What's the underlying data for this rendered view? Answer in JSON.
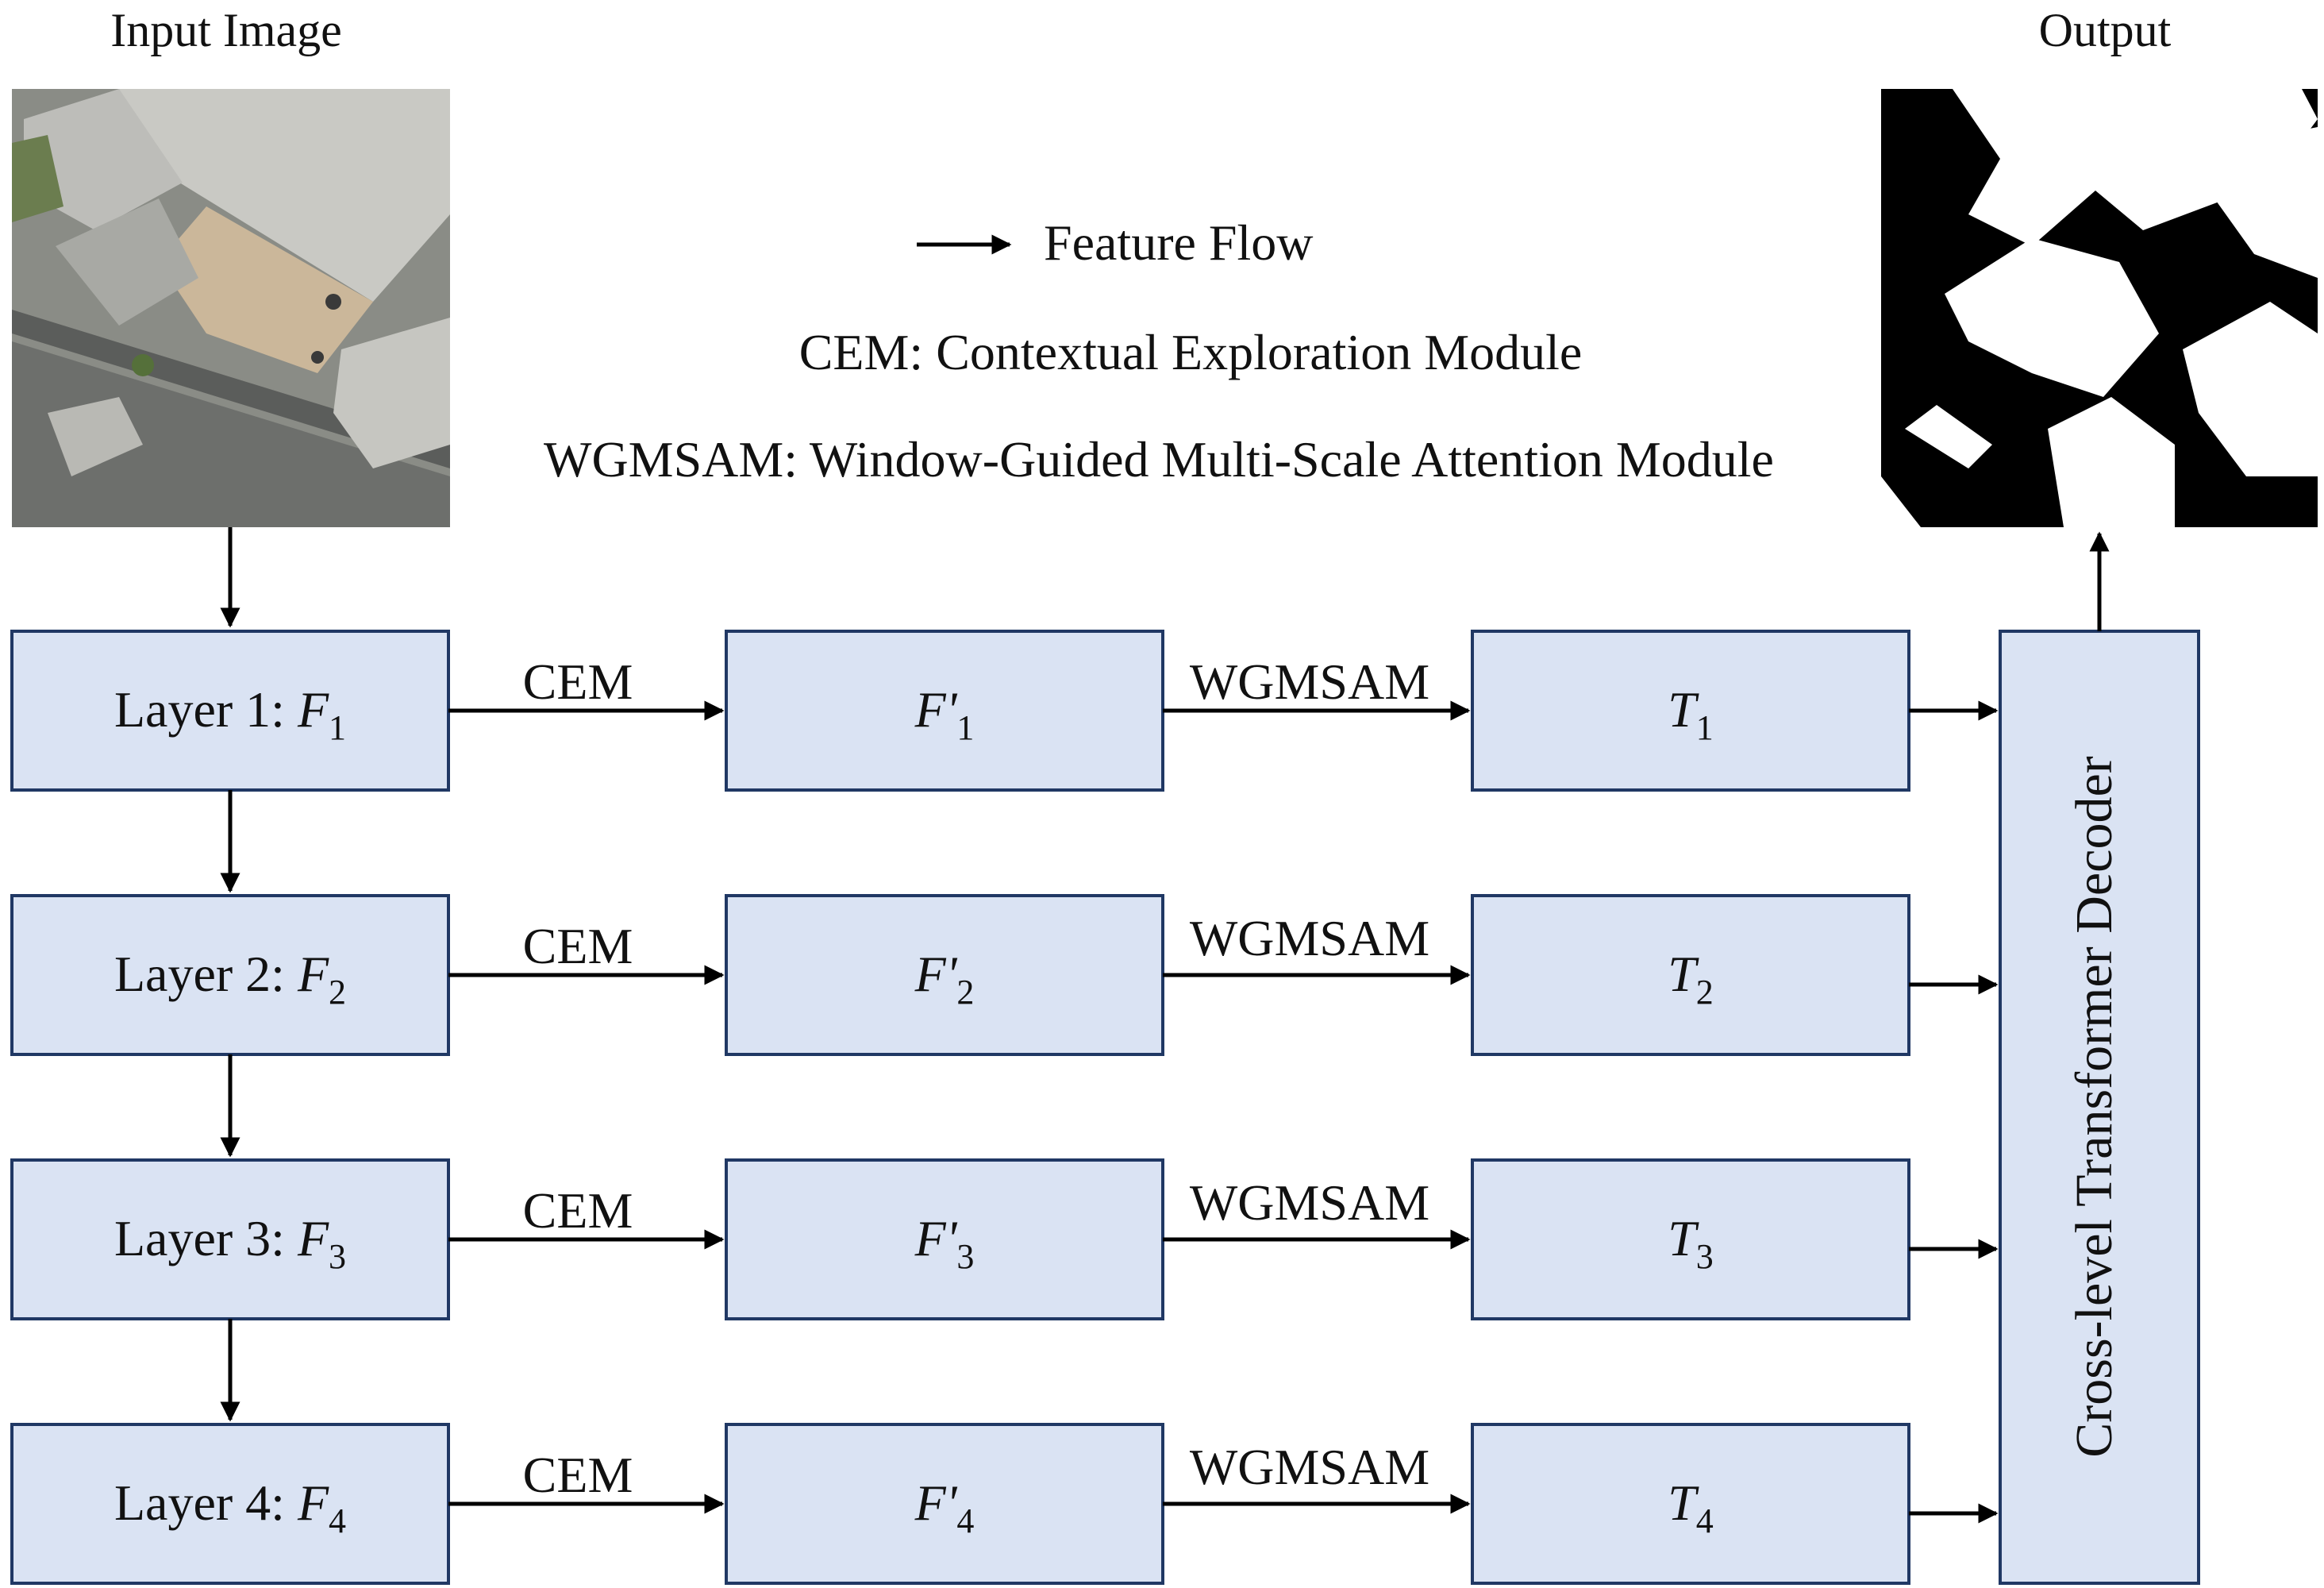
{
  "colors": {
    "box_fill": "#dae3f3",
    "box_stroke": "#203864",
    "arrow": "#000000"
  },
  "labels": {
    "input_image": "Input Image",
    "output": "Output"
  },
  "legend": {
    "feature_flow": "Feature Flow",
    "cem_def": "CEM: Contextual Exploration Module",
    "wgmsam_def": "WGMSAM: Window-Guided Multi-Scale Attention Module"
  },
  "edge_labels": {
    "cem": "CEM",
    "wgmsam": "WGMSAM"
  },
  "decoder": {
    "label": "Cross-level Transformer Decoder"
  },
  "rows": [
    {
      "layer_prefix": "Layer 1: ",
      "F": "F",
      "sub": "1",
      "Fp": "F'",
      "T": "T"
    },
    {
      "layer_prefix": "Layer 2: ",
      "F": "F",
      "sub": "2",
      "Fp": "F'",
      "T": "T"
    },
    {
      "layer_prefix": "Layer 3: ",
      "F": "F",
      "sub": "3",
      "Fp": "F'",
      "T": "T"
    },
    {
      "layer_prefix": "Layer 4: ",
      "F": "F",
      "sub": "4",
      "Fp": "F'",
      "T": "T"
    }
  ],
  "images": {
    "input": "aerial-photo-industrial-buildings",
    "output": "binary-building-segmentation-mask"
  }
}
